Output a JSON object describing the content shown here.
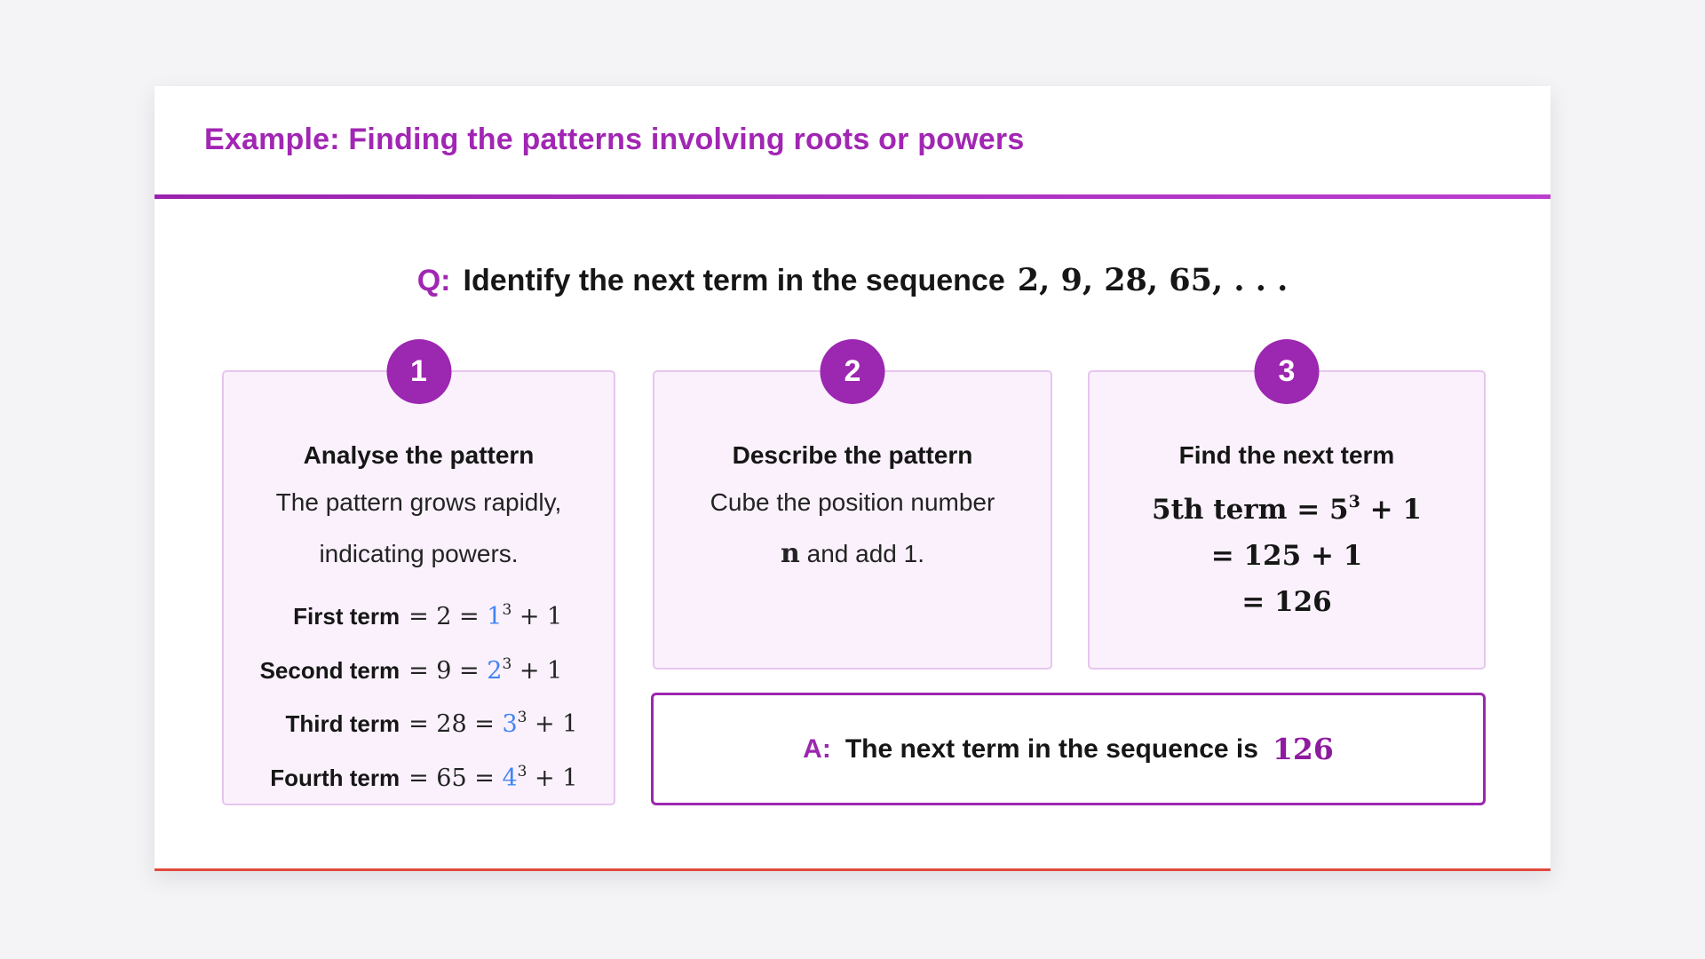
{
  "header": {
    "title": "Example: Finding the patterns involving roots or powers"
  },
  "question": {
    "label": "Q:",
    "text": "Identify the next term in the sequence",
    "sequence": "2, 9, 28, 65, . . ."
  },
  "steps": [
    {
      "number": "1",
      "title": "Analyse the pattern",
      "body_line1": "The pattern grows rapidly,",
      "body_line2": "indicating powers.",
      "rows": [
        {
          "label": "First term",
          "mid": "= 2 = ",
          "base": "1",
          "exp": "3",
          "tail": " + 1"
        },
        {
          "label": "Second term",
          "mid": "= 9 = ",
          "base": "2",
          "exp": "3",
          "tail": " + 1"
        },
        {
          "label": "Third term",
          "mid": "= 28 = ",
          "base": "3",
          "exp": "3",
          "tail": " + 1"
        },
        {
          "label": "Fourth term",
          "mid": "= 65 = ",
          "base": "4",
          "exp": "3",
          "tail": " + 1"
        }
      ]
    },
    {
      "number": "2",
      "title": "Describe the pattern",
      "body_line1": "Cube the position number",
      "body_var": "n",
      "body_post": " and add 1."
    },
    {
      "number": "3",
      "title": "Find the next term",
      "math": {
        "line1_pre": "5th term = 5",
        "line1_exp": "3",
        "line1_post": " + 1",
        "line2": "= 125 + 1",
        "line3": "= 126"
      }
    }
  ],
  "answer": {
    "label": "A:",
    "text": "The next term in the sequence is",
    "value": "126"
  },
  "colors": {
    "accent_purple": "#9c27b0",
    "title_purple": "#a126b3",
    "answer_value_purple": "#8e1b9e",
    "base_blue": "#4285f4",
    "card_background": "#faf1fc",
    "card_border": "#e6c6ef",
    "panel_bottom_line": "#e2493d",
    "page_background": "#f4f4f6"
  }
}
